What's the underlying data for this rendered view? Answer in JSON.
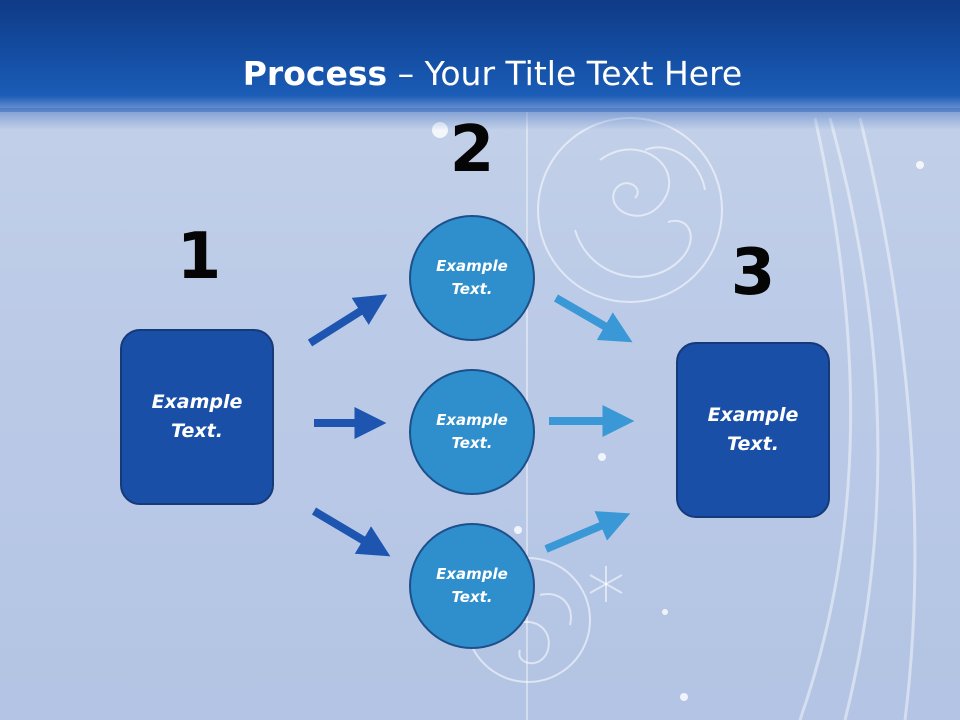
{
  "title": {
    "bold": "Process",
    "rest": " – Your Title Text Here"
  },
  "steps": [
    {
      "number": "1"
    },
    {
      "number": "2"
    },
    {
      "number": "3"
    }
  ],
  "box_left": {
    "text": "Example Text."
  },
  "box_right": {
    "text": "Example Text."
  },
  "circles": [
    {
      "text": "Example Text."
    },
    {
      "text": "Example Text."
    },
    {
      "text": "Example Text."
    }
  ],
  "colors": {
    "header": "#1550a6",
    "box_fill": "#1a4fa8",
    "circle_fill": "#2f8fcd",
    "arrow_left": "#1d55b0",
    "arrow_right": "#3a98d6"
  }
}
